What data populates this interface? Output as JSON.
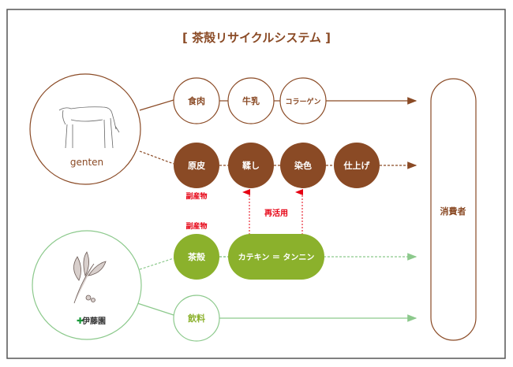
{
  "title": "[ 茶殻リサイクルシステム ]",
  "colors": {
    "brown": "#8a4a25",
    "green": "#8bb12c",
    "light_green": "#8cc98c",
    "red": "#e60012"
  },
  "sources": {
    "cow_label": "genten",
    "tea_label": "伊藤園"
  },
  "row_meat": [
    "食肉",
    "牛乳",
    "コラーゲン"
  ],
  "row_leather": [
    "原皮",
    "鞣し",
    "染色",
    "仕上げ"
  ],
  "byproduct": "副産物",
  "byproduct2": "副産物",
  "reuse": "再活用",
  "row_tea": {
    "husk": "茶殻",
    "catechin": "カテキン ＝ タンニン"
  },
  "row_drink": "飲料",
  "consumer": "消費者"
}
